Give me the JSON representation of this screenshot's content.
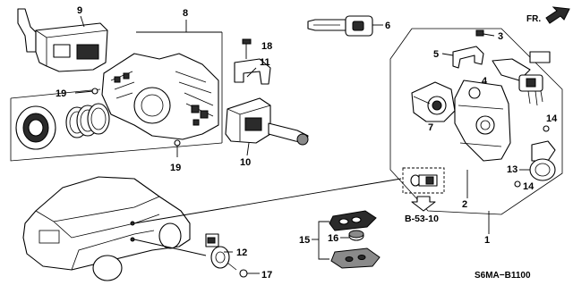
{
  "callouts": {
    "c1": "1",
    "c2": "2",
    "c3": "3",
    "c4": "4",
    "c5": "5",
    "c6": "6",
    "c7": "7",
    "c8": "8",
    "c9": "9",
    "c10": "10",
    "c11": "11",
    "c12": "12",
    "c13": "13",
    "c14a": "14",
    "c14b": "14",
    "c15": "15",
    "c16": "16",
    "c17": "17",
    "c18": "18",
    "c19a": "19",
    "c19b": "19"
  },
  "direction_label": "FR.",
  "reference_label": "B-53-10",
  "diagram_code": "S6MA−B1100"
}
